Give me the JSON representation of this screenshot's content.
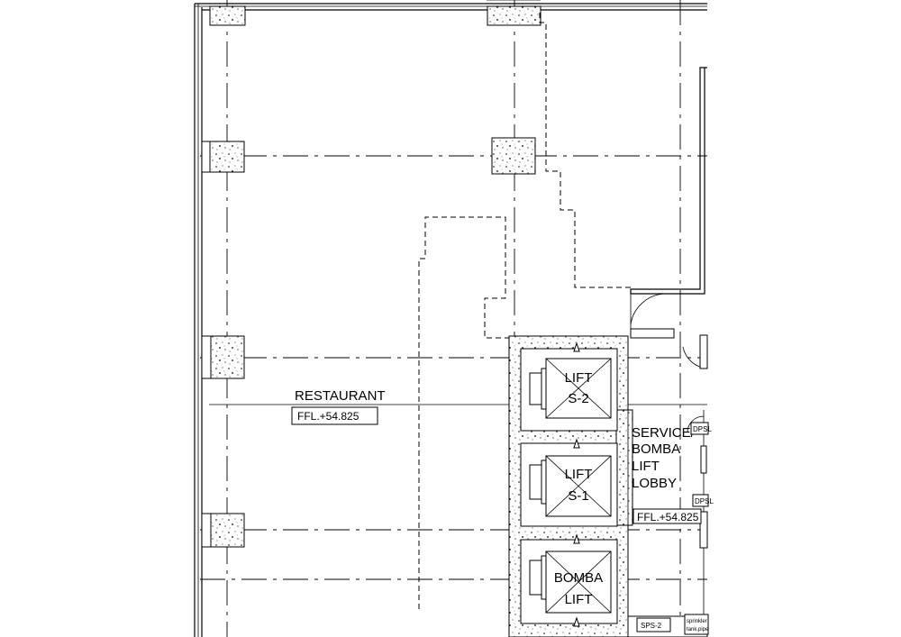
{
  "rooms": {
    "restaurant": {
      "name": "RESTAURANT",
      "level": "FFL.+54.825"
    },
    "lobby": {
      "line1": "SERVICE/",
      "line2": "BOMBA",
      "line3": "LIFT",
      "line4": "LOBBY",
      "level": "FFL.+54.825"
    }
  },
  "lifts": [
    {
      "line1": "LIFT",
      "line2": "S-2"
    },
    {
      "line1": "LIFT",
      "line2": "S-1"
    },
    {
      "line1": "BOMBA",
      "line2": "LIFT"
    }
  ],
  "tags": {
    "dp_upper": "DPSL",
    "dp_lower": "DPSL",
    "sps": "SPS-2",
    "sp2": "sprinkler",
    "sp2b": "tank.pipe"
  }
}
